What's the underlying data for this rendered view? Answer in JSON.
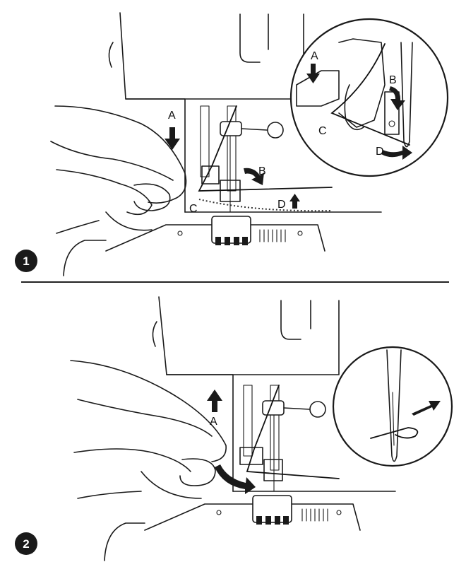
{
  "panel1": {
    "step": "1",
    "labels": {
      "a": "A",
      "b": "B",
      "c": "C",
      "d": "D"
    },
    "inset_labels": {
      "a": "A",
      "b": "B",
      "c": "C",
      "d": "D"
    }
  },
  "panel2": {
    "step": "2",
    "labels": {
      "a": "A"
    }
  },
  "colors": {
    "ink": "#1a1a1a",
    "background": "#ffffff"
  }
}
